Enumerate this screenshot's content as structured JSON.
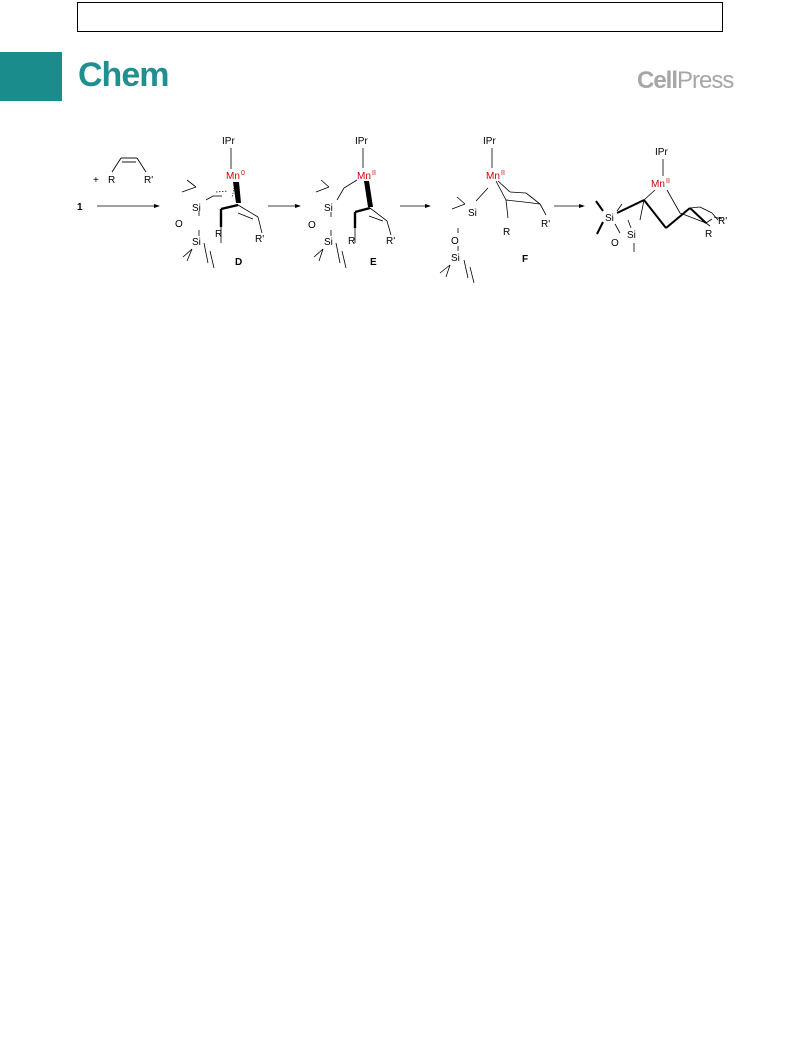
{
  "journal_name": "Chem",
  "publisher": {
    "bold": "Cell",
    "light": "Press"
  },
  "colors": {
    "journal": "#1f8f8f",
    "tab": "#1a8c8c",
    "publisher": "#a6a6a6",
    "metal": "#d40000"
  },
  "scheme": {
    "start_label": "1",
    "plus": "+",
    "reagent_r": "R",
    "reagent_rp": "R'",
    "ipr": "IPr",
    "metal": "Mn",
    "ox_state_0": "0",
    "ox_state_2": "II",
    "si": "Si",
    "o": "O",
    "r": "R",
    "rp": "R'",
    "intermediates": [
      "D",
      "E",
      "F"
    ]
  }
}
